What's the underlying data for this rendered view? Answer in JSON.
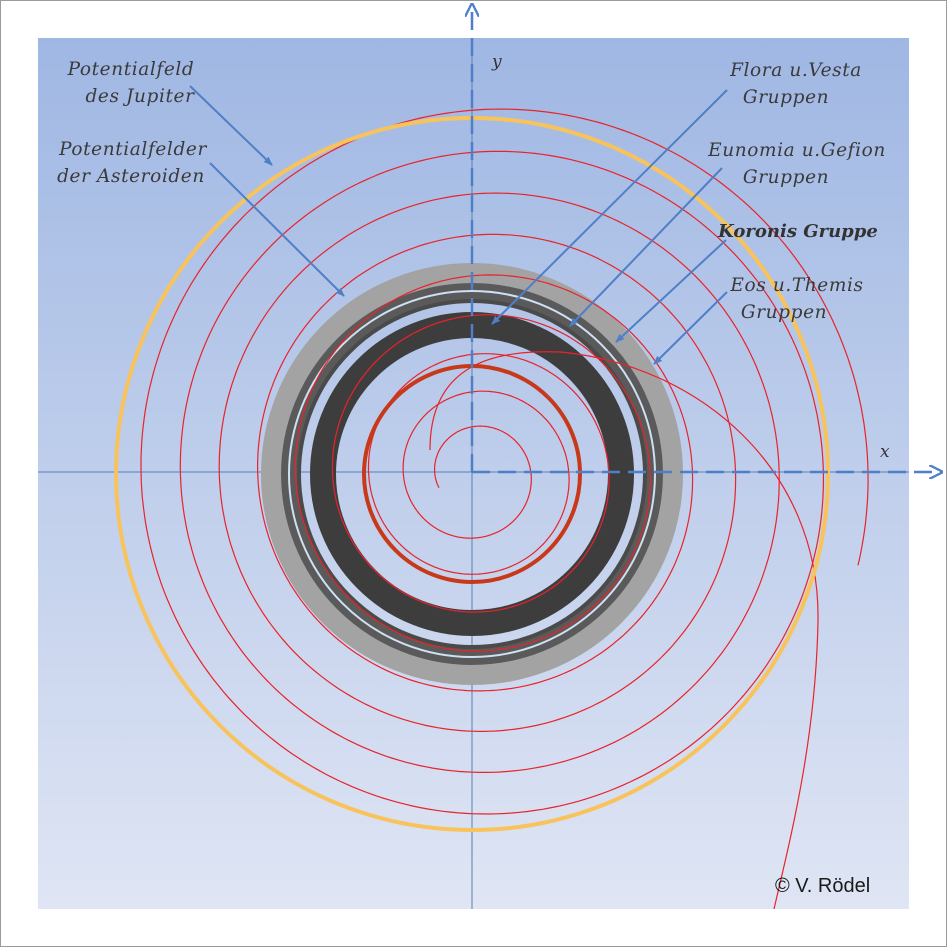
{
  "labels": {
    "jupiter_field": [
      "Potentialfeld",
      "des Jupiter"
    ],
    "asteroid_fields": [
      "Potentialfelder",
      "der Asteroiden"
    ],
    "flora_vesta": [
      "Flora u.Vesta",
      "Gruppen"
    ],
    "eunomia_gefion": [
      "Eunomia u.Gefion",
      "Gruppen"
    ],
    "koronis": "Koronis Gruppe",
    "eos_themis": [
      "Eos u.Themis",
      "Gruppen"
    ]
  },
  "axes": {
    "x": "x",
    "y": "y"
  },
  "copyright": "© V. Rödel",
  "colors": {
    "background_top": "#9fb7e3",
    "background_bottom": "#dfe5f4",
    "spiral": "#e8232b",
    "jupiter_ring": "#f8c35a",
    "inner_ring": "#c8391a",
    "arrow": "#4f7fc6",
    "axis": "#4f7fc6",
    "band_dark": "#3d3d3d",
    "band_mid": "#5a5a5a",
    "band_light": "#a3a3a3"
  }
}
